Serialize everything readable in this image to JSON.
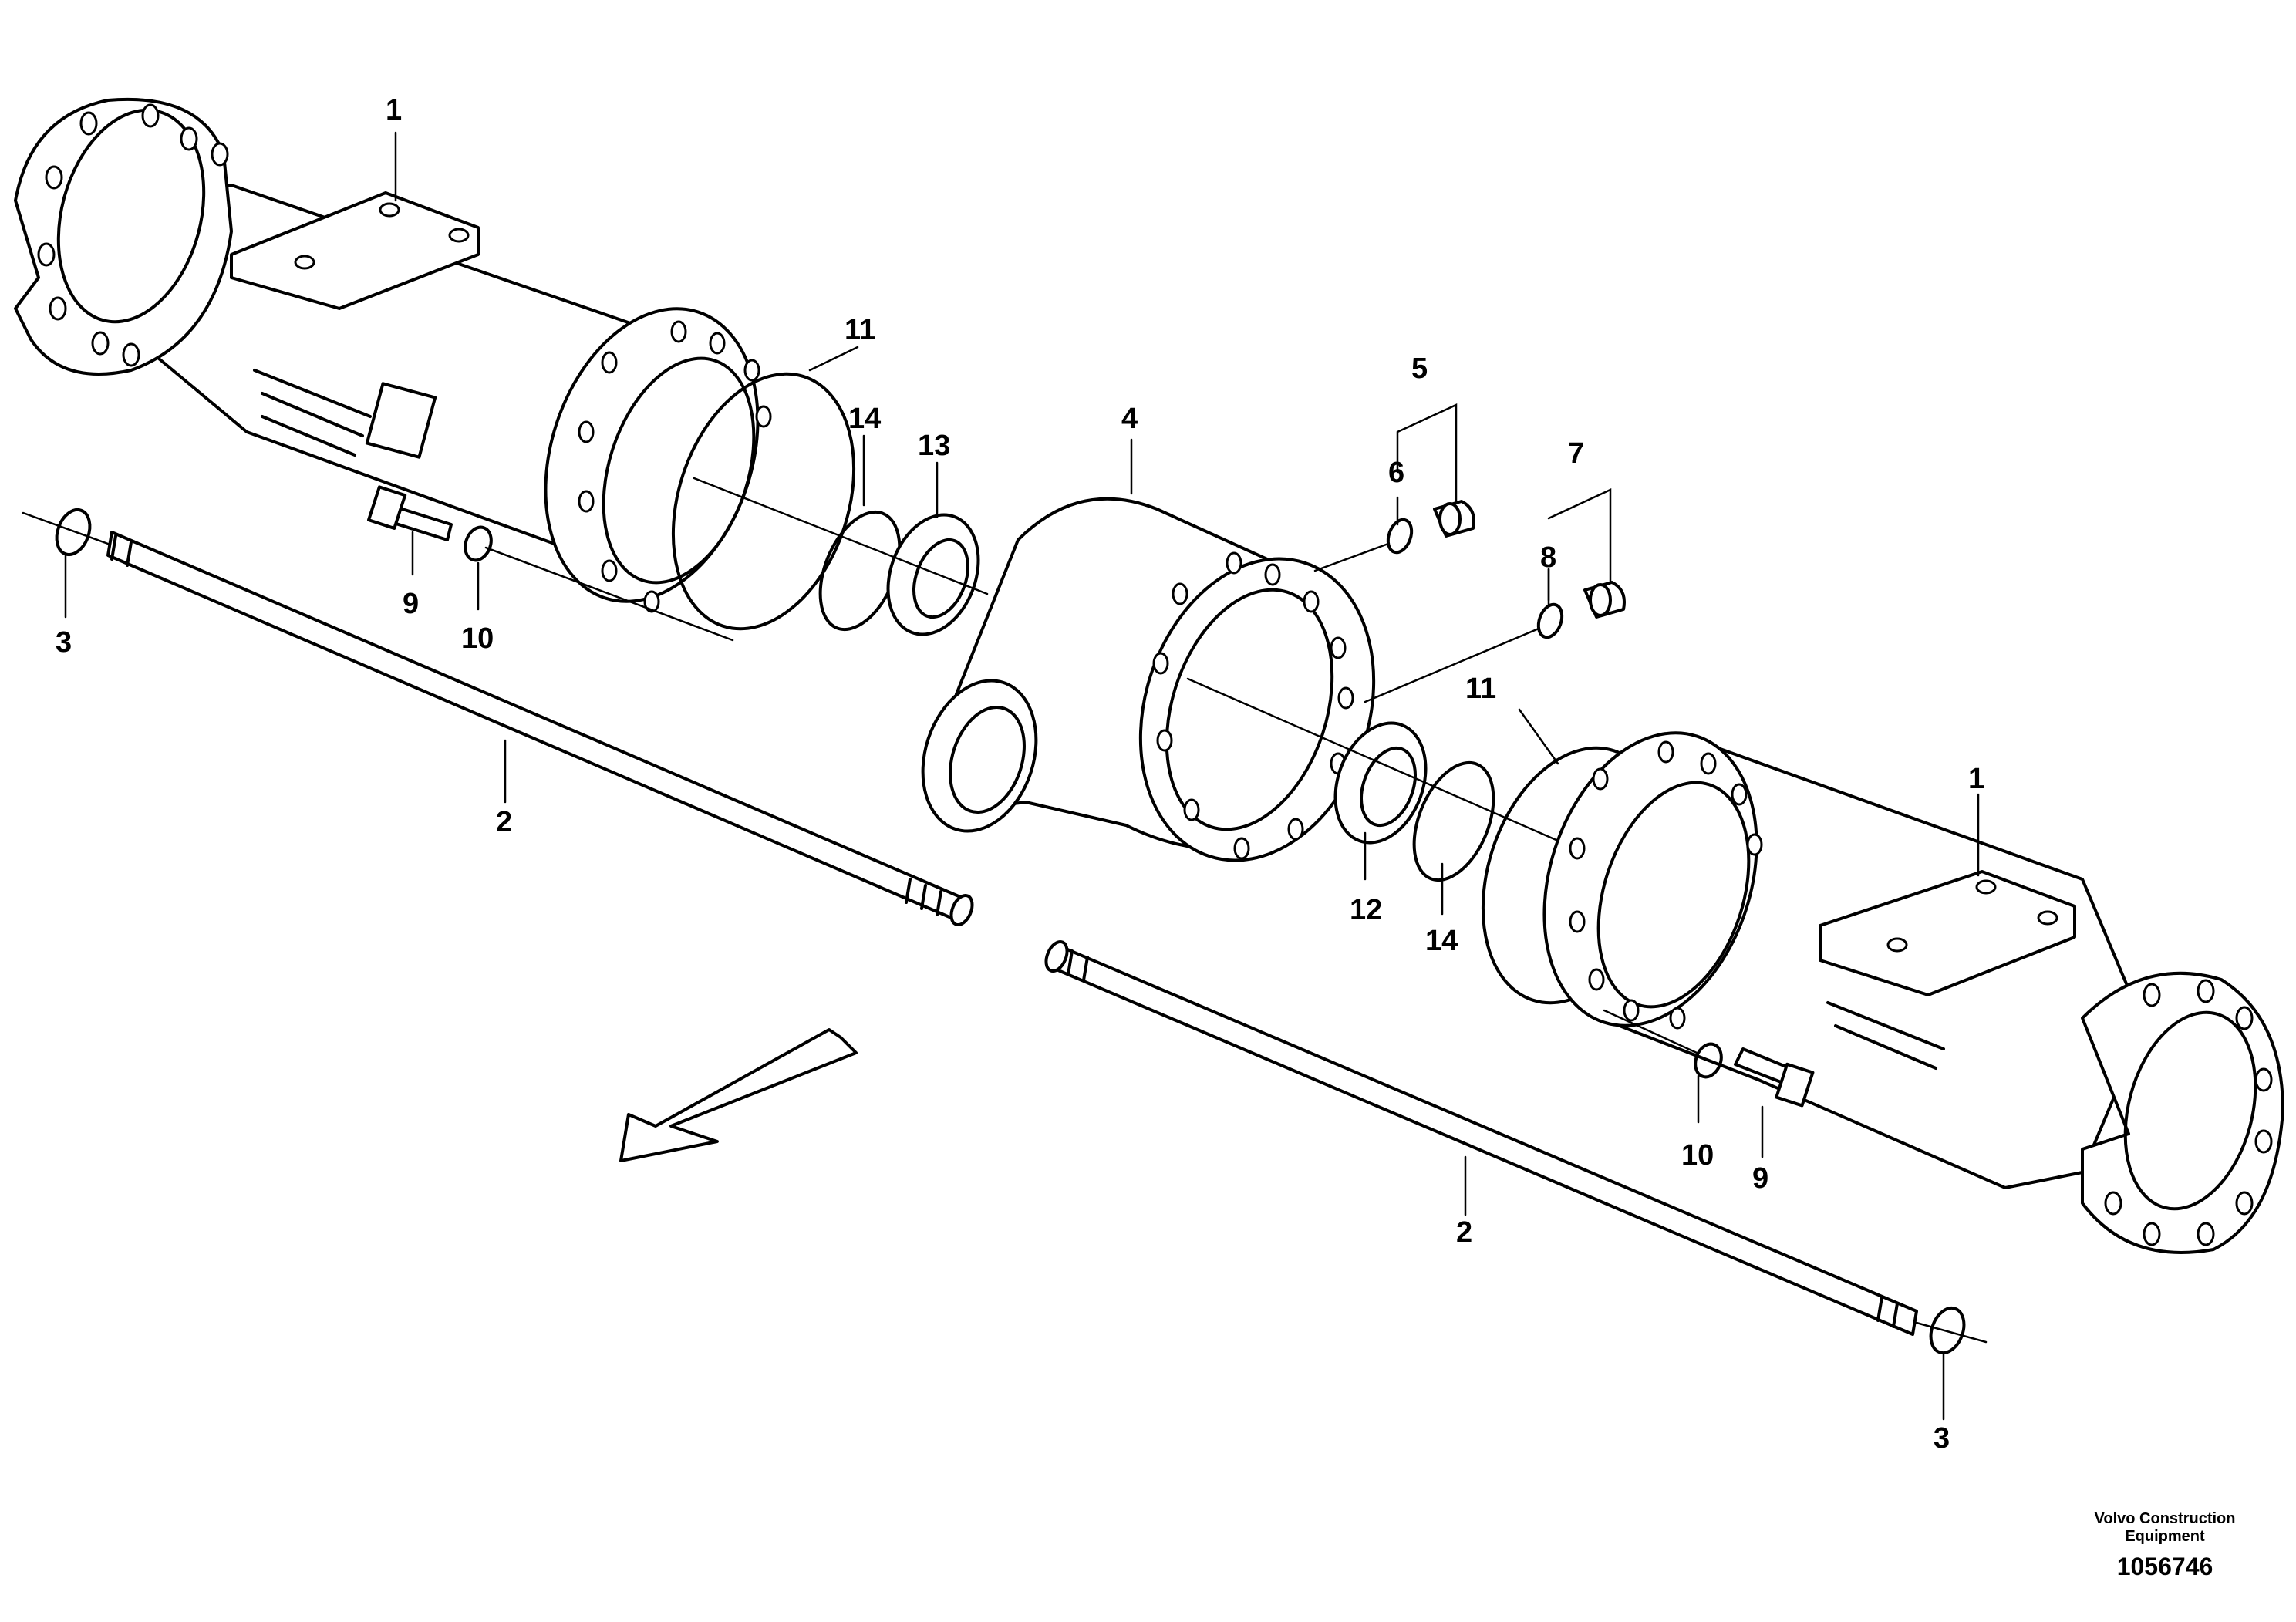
{
  "diagram": {
    "callouts": {
      "c1a": "1",
      "c1b": "1",
      "c2a": "2",
      "c2b": "2",
      "c3a": "3",
      "c3b": "3",
      "c4": "4",
      "c5": "5",
      "c6": "6",
      "c7": "7",
      "c8": "8",
      "c9a": "9",
      "c9b": "9",
      "c10a": "10",
      "c10b": "10",
      "c11a": "11",
      "c11b": "11",
      "c12": "12",
      "c13": "13",
      "c14a": "14",
      "c14b": "14"
    }
  },
  "footer": {
    "brand_line1": "Volvo Construction",
    "brand_line2": "Equipment",
    "drawing_number": "1056746"
  }
}
